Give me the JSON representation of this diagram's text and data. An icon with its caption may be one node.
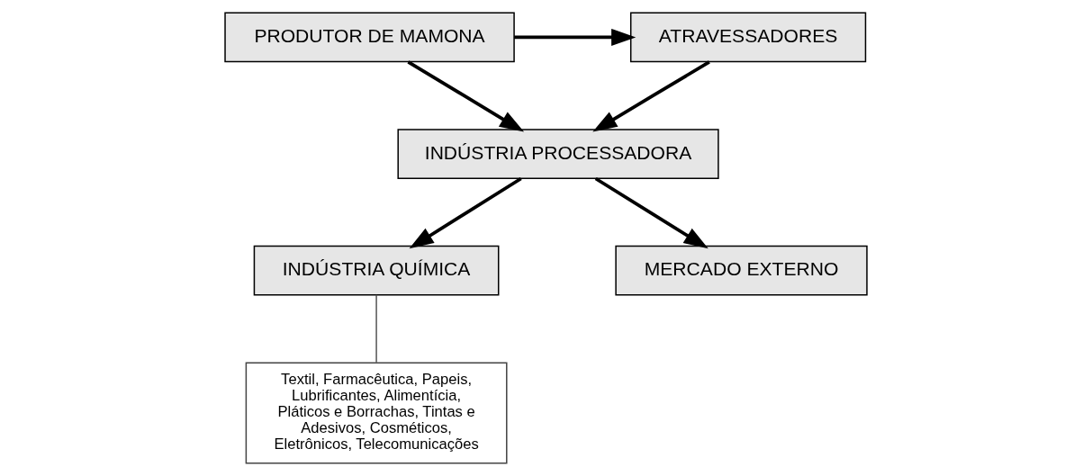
{
  "diagram": {
    "nodes": [
      {
        "text": [
          "PRODUTOR DE MAMONA"
        ]
      },
      {
        "text": [
          "ATRAVESSADORES"
        ]
      },
      {
        "text": [
          "INDÚSTRIA PROCESSADORA"
        ]
      },
      {
        "text": [
          "INDÚSTRIA QUÍMICA"
        ]
      },
      {
        "text": [
          "MERCADO EXTERNO"
        ]
      },
      {
        "text": [
          "Textil, Farmacêutica, Papeis, Lubrificantes, Alimentícia, Pláticos e Borrachas, Tintas e Adesivos, Cosméticos, Eletrônicos, Telecomunicações"
        ]
      }
    ],
    "edges": [
      {
        "from": 0,
        "to": 1,
        "arrow": "to"
      },
      {
        "from": 0,
        "to": 2,
        "arrow": "to"
      },
      {
        "from": 1,
        "to": 2,
        "arrow": "to"
      },
      {
        "from": 2,
        "to": 3,
        "arrow": "to"
      },
      {
        "from": 2,
        "to": 4,
        "arrow": "to"
      },
      {
        "from": 3,
        "to": 5,
        "arrow": "none",
        "color": "#555555"
      }
    ]
  }
}
